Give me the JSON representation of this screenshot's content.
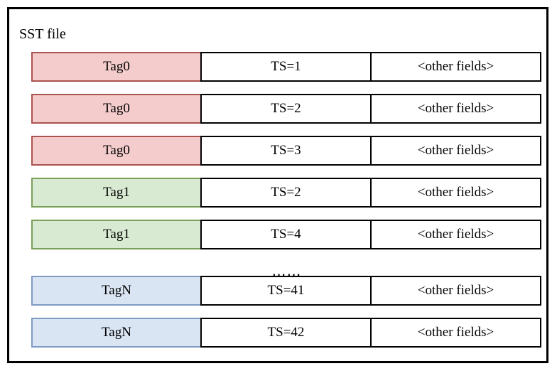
{
  "diagram": {
    "title": "SST file",
    "columns": [
      "Tag",
      "TS",
      "other fields"
    ],
    "separator": "……",
    "colors": {
      "tag0_fill": "#f4cccc",
      "tag0_border": "#a9534f",
      "tag1_fill": "#d9ead3",
      "tag1_border": "#7ba05b",
      "tagN_fill": "#dae5f4",
      "tagN_border": "#7e9bc4",
      "frame_border": "#000000",
      "cell_border": "#000000",
      "background": "#ffffff"
    },
    "rows": [
      {
        "tag": "Tag0",
        "ts": "TS=1",
        "other": "<other fields>",
        "style": "tag-pink"
      },
      {
        "tag": "Tag0",
        "ts": "TS=2",
        "other": "<other fields>",
        "style": "tag-pink"
      },
      {
        "tag": "Tag0",
        "ts": "TS=3",
        "other": "<other fields>",
        "style": "tag-pink"
      },
      {
        "tag": "Tag1",
        "ts": "TS=2",
        "other": "<other fields>",
        "style": "tag-green"
      },
      {
        "tag": "Tag1",
        "ts": "TS=4",
        "other": "<other fields>",
        "style": "tag-green"
      },
      {
        "tag": "TagN",
        "ts": "TS=41",
        "other": "<other fields>",
        "style": "tag-blue"
      },
      {
        "tag": "TagN",
        "ts": "TS=42",
        "other": "<other fields>",
        "style": "tag-blue"
      }
    ]
  }
}
